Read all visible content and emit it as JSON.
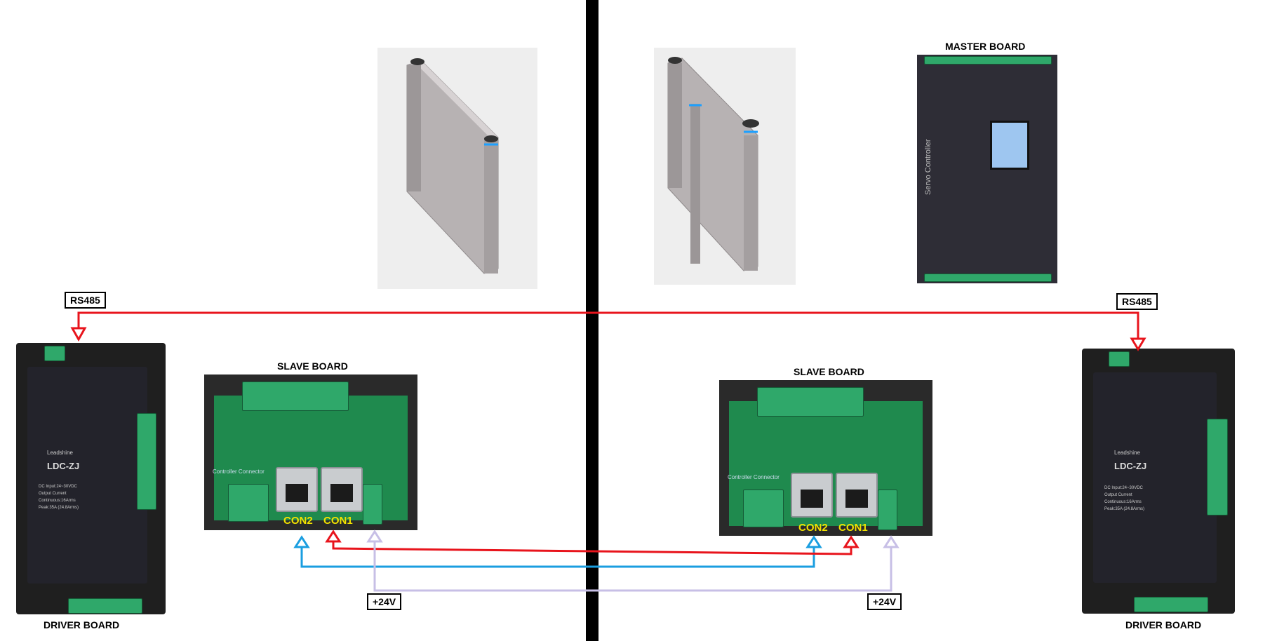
{
  "labels": {
    "rs485_left": "RS485",
    "rs485_right": "RS485",
    "slave_left": "SLAVE BOARD",
    "slave_right": "SLAVE BOARD",
    "master": "MASTER BOARD",
    "driver_left": "DRIVER BOARD",
    "driver_right": "DRIVER BOARD",
    "v24_left": "+24V",
    "v24_right": "+24V",
    "con1_left": "CON1",
    "con2_left": "CON2",
    "con1_right": "CON1",
    "con2_right": "CON2"
  },
  "board_text": {
    "driver_model": "LDC-ZJ",
    "driver_brand": "Leadshine",
    "driver_input": "DC Input:24~30VDC",
    "driver_output": "Output Current",
    "driver_cont": "Continuous:16Arms",
    "driver_peak": "Peak:35A (24.8Arms)",
    "slave_connector": "Controller Connector",
    "master_label": "Servo Controller"
  },
  "colors": {
    "rs485_wire": "#e8141c",
    "con1_wire": "#e8141c",
    "con2_wire": "#1a9ee0",
    "power_wire": "#c7bfe6",
    "divider": "#000000",
    "con_text": "#f2e200"
  }
}
